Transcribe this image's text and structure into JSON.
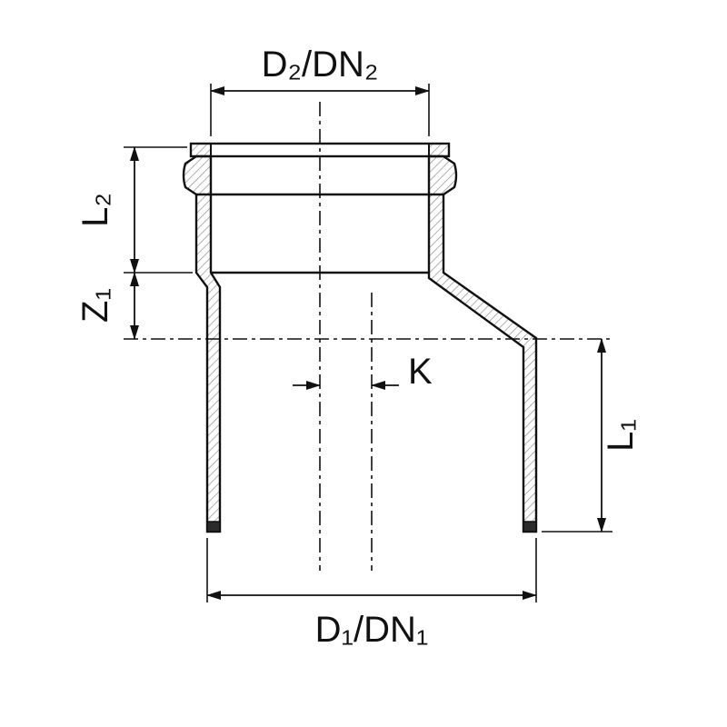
{
  "diagram": {
    "labels": {
      "dim_top": "D₂/DN₂",
      "dim_l2": "L₂",
      "dim_z1": "Z₁",
      "dim_k": "K",
      "dim_l1": "L₁",
      "dim_bottom": "D₁/DN₁"
    },
    "colors": {
      "line": "#111111",
      "hatch": "#8f8f8f",
      "background": "#ffffff"
    }
  }
}
